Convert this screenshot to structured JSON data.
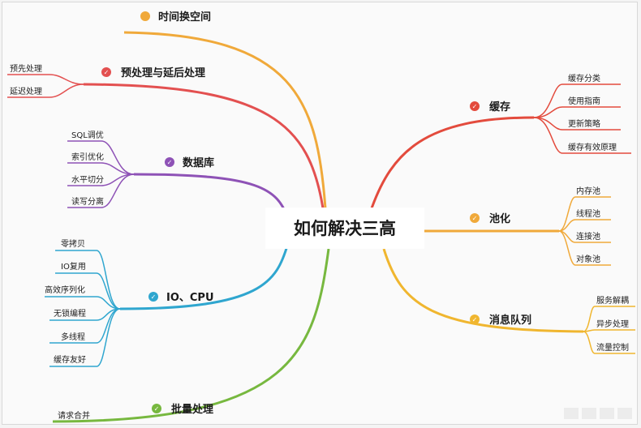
{
  "center": {
    "label": "如何解决三高"
  },
  "icon_glyph": "✓",
  "branches": [
    {
      "id": "time",
      "label": "时间换空间",
      "color": "#f0a93a",
      "icon": "dot-icon",
      "leaves": []
    },
    {
      "id": "pre",
      "label": "预处理与延后处理",
      "color": "#e35050",
      "icon": "flag-icon",
      "leaves": [
        "预先处理",
        "延迟处理"
      ]
    },
    {
      "id": "db",
      "label": "数据库",
      "color": "#8e52b6",
      "icon": "flag-icon",
      "leaves": [
        "SQL调优",
        "索引优化",
        "水平切分",
        "读写分离"
      ]
    },
    {
      "id": "io",
      "label": "IO、CPU",
      "color": "#2fa6cf",
      "icon": "flag-icon",
      "leaves": [
        "零拷贝",
        "IO复用",
        "高效序列化",
        "无锁编程",
        "多线程",
        "缓存友好"
      ]
    },
    {
      "id": "batch",
      "label": "批量处理",
      "color": "#77b83f",
      "icon": "flag-icon",
      "leaves": [
        "请求合并"
      ]
    },
    {
      "id": "cache",
      "label": "缓存",
      "color": "#e34b3d",
      "icon": "flag-icon",
      "leaves": [
        "缓存分类",
        "使用指南",
        "更新策略",
        "缓存有效原理"
      ]
    },
    {
      "id": "pool",
      "label": "池化",
      "color": "#f0a93a",
      "icon": "flag-icon",
      "leaves": [
        "内存池",
        "线程池",
        "连接池",
        "对象池"
      ]
    },
    {
      "id": "mq",
      "label": "消息队列",
      "color": "#f0b62f",
      "icon": "flag-icon",
      "leaves": [
        "服务解耦",
        "异步处理",
        "流量控制"
      ]
    }
  ]
}
